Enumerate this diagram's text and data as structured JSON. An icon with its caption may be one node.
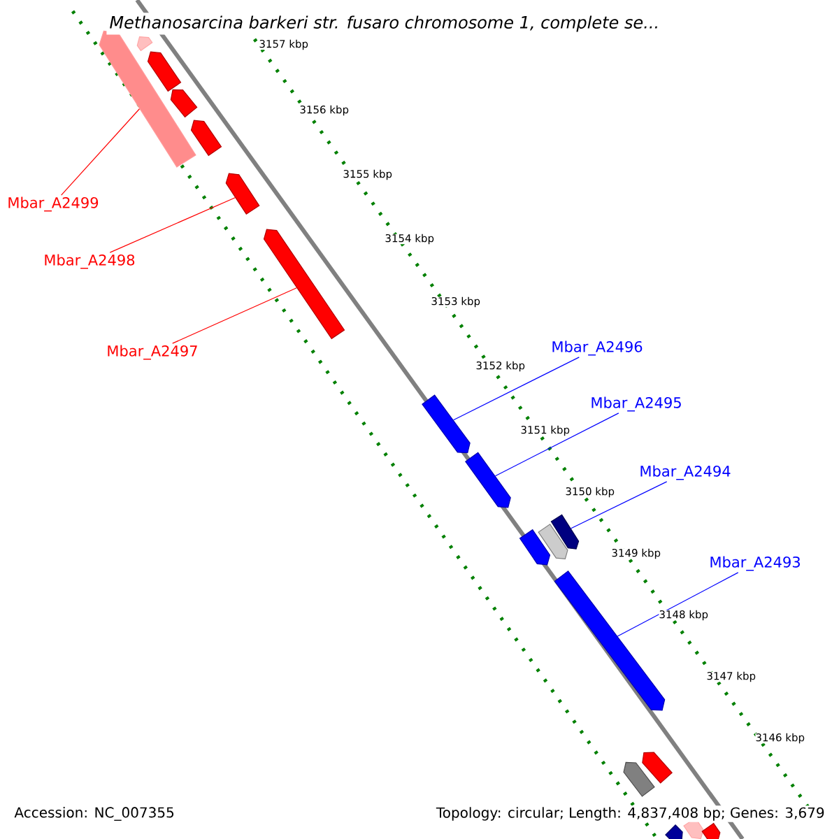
{
  "diagram": {
    "title": "Methanosarcina barkeri str. fusaro chromosome 1, complete se...",
    "nodes": [
      {
        "text": [
          "Mbar_A2499"
        ]
      },
      {
        "text": [
          "Mbar_A2498"
        ]
      },
      {
        "text": [
          "Mbar_A2497"
        ]
      },
      {
        "text": [
          "Mbar_A2496"
        ]
      },
      {
        "text": [
          "Mbar_A2495"
        ]
      },
      {
        "text": [
          "Mbar_A2494"
        ]
      },
      {
        "text": [
          "Mbar_A2493"
        ]
      },
      {
        "text": [],
        "shape": "bar"
      },
      {
        "text": [],
        "shape": "bar"
      },
      {
        "text": [],
        "shape": "bar"
      },
      {
        "text": [],
        "shape": "bar"
      },
      {
        "text": [],
        "shape": "bar"
      },
      {
        "text": [],
        "shape": "bar"
      },
      {
        "text": [],
        "shape": "bar"
      },
      {
        "text": [],
        "shape": "bar"
      },
      {
        "text": [],
        "shape": "bar"
      },
      {
        "text": [],
        "shape": "bar"
      },
      {
        "text": [],
        "shape": "bar"
      },
      {
        "text": [],
        "shape": "bar"
      },
      {
        "text": [],
        "shape": "bar"
      },
      {
        "text": [],
        "shape": "bar"
      },
      {
        "text": [],
        "shape": "bar"
      },
      {
        "text": [],
        "shape": "bar"
      },
      {
        "text": [],
        "shape": "bar"
      },
      {
        "text": [],
        "shape": "bar"
      }
    ],
    "edges": [
      {
        "from": 0,
        "to": 7,
        "arrow": "none",
        "color": "#ff0000"
      },
      {
        "from": 1,
        "to": 8,
        "arrow": "none",
        "color": "#ff0000"
      },
      {
        "from": 2,
        "to": 9,
        "arrow": "none",
        "color": "#ff0000"
      },
      {
        "from": 3,
        "to": 10,
        "arrow": "none"
      },
      {
        "from": 4,
        "to": 11,
        "arrow": "none"
      },
      {
        "from": 5,
        "to": 12,
        "arrow": "none"
      },
      {
        "from": 6,
        "to": 13,
        "arrow": "none"
      }
    ],
    "labels": [
      "3157 kbp",
      "3156 kbp",
      "3155 kbp",
      "3154 kbp",
      "3153 kbp",
      "3152 kbp",
      "3151 kbp",
      "3150 kbp",
      "3149 kbp",
      "3148 kbp",
      "3147 kbp",
      "3146 kbp",
      "Accession: NC_007355",
      "Topology: circular; Length: 4,837,408 bp; Genes: 3,679"
    ]
  }
}
